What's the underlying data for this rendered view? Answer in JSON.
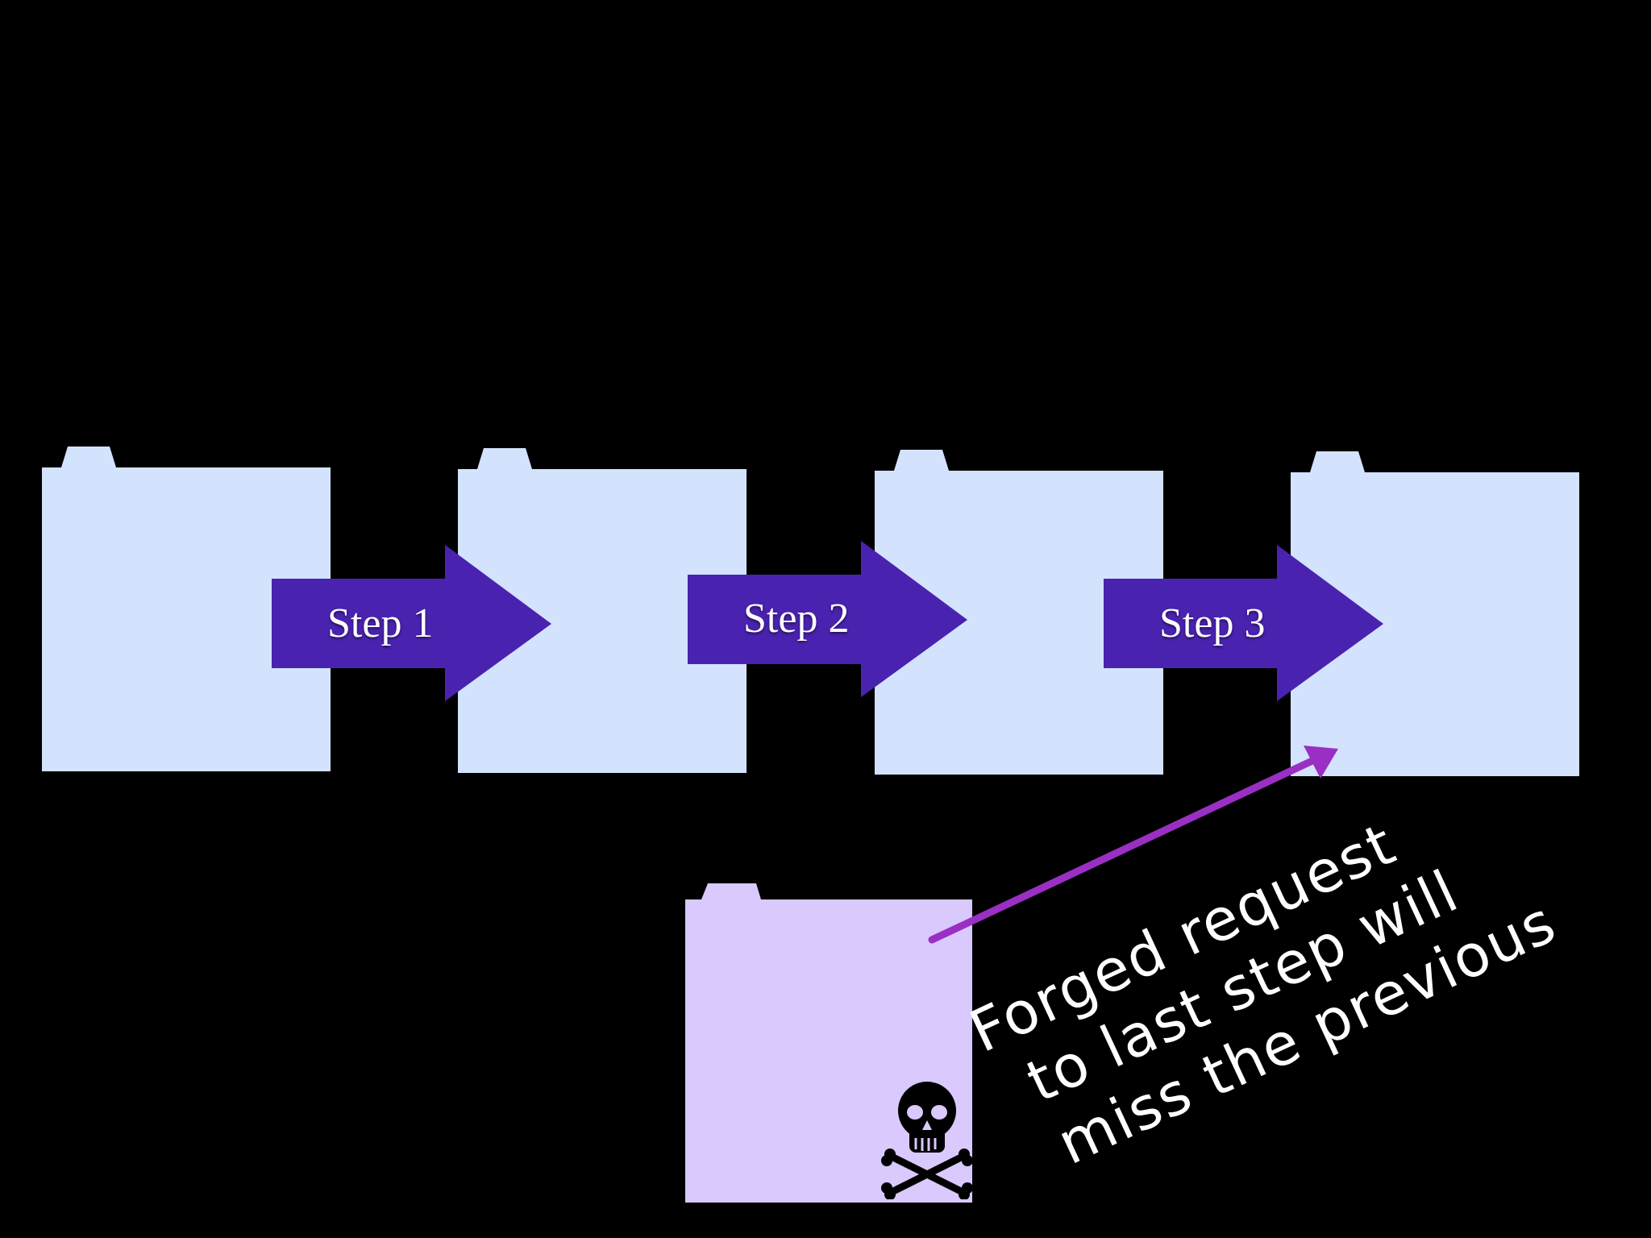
{
  "colors": {
    "background": "#000000",
    "folder_blue": "#d3e3fd",
    "folder_purple": "#d9c9fd",
    "step_arrow": "#4a22b0",
    "forged_arrow": "#9a2fc4",
    "text": "#ffffff"
  },
  "steps": [
    {
      "label": "Step 1"
    },
    {
      "label": "Step 2"
    },
    {
      "label": "Step 3"
    }
  ],
  "forged": {
    "lines": [
      "Forged request",
      "to last step will",
      "miss the previous"
    ],
    "icon": "skull-crossbones-icon"
  },
  "folder_icon": "folder-icon"
}
